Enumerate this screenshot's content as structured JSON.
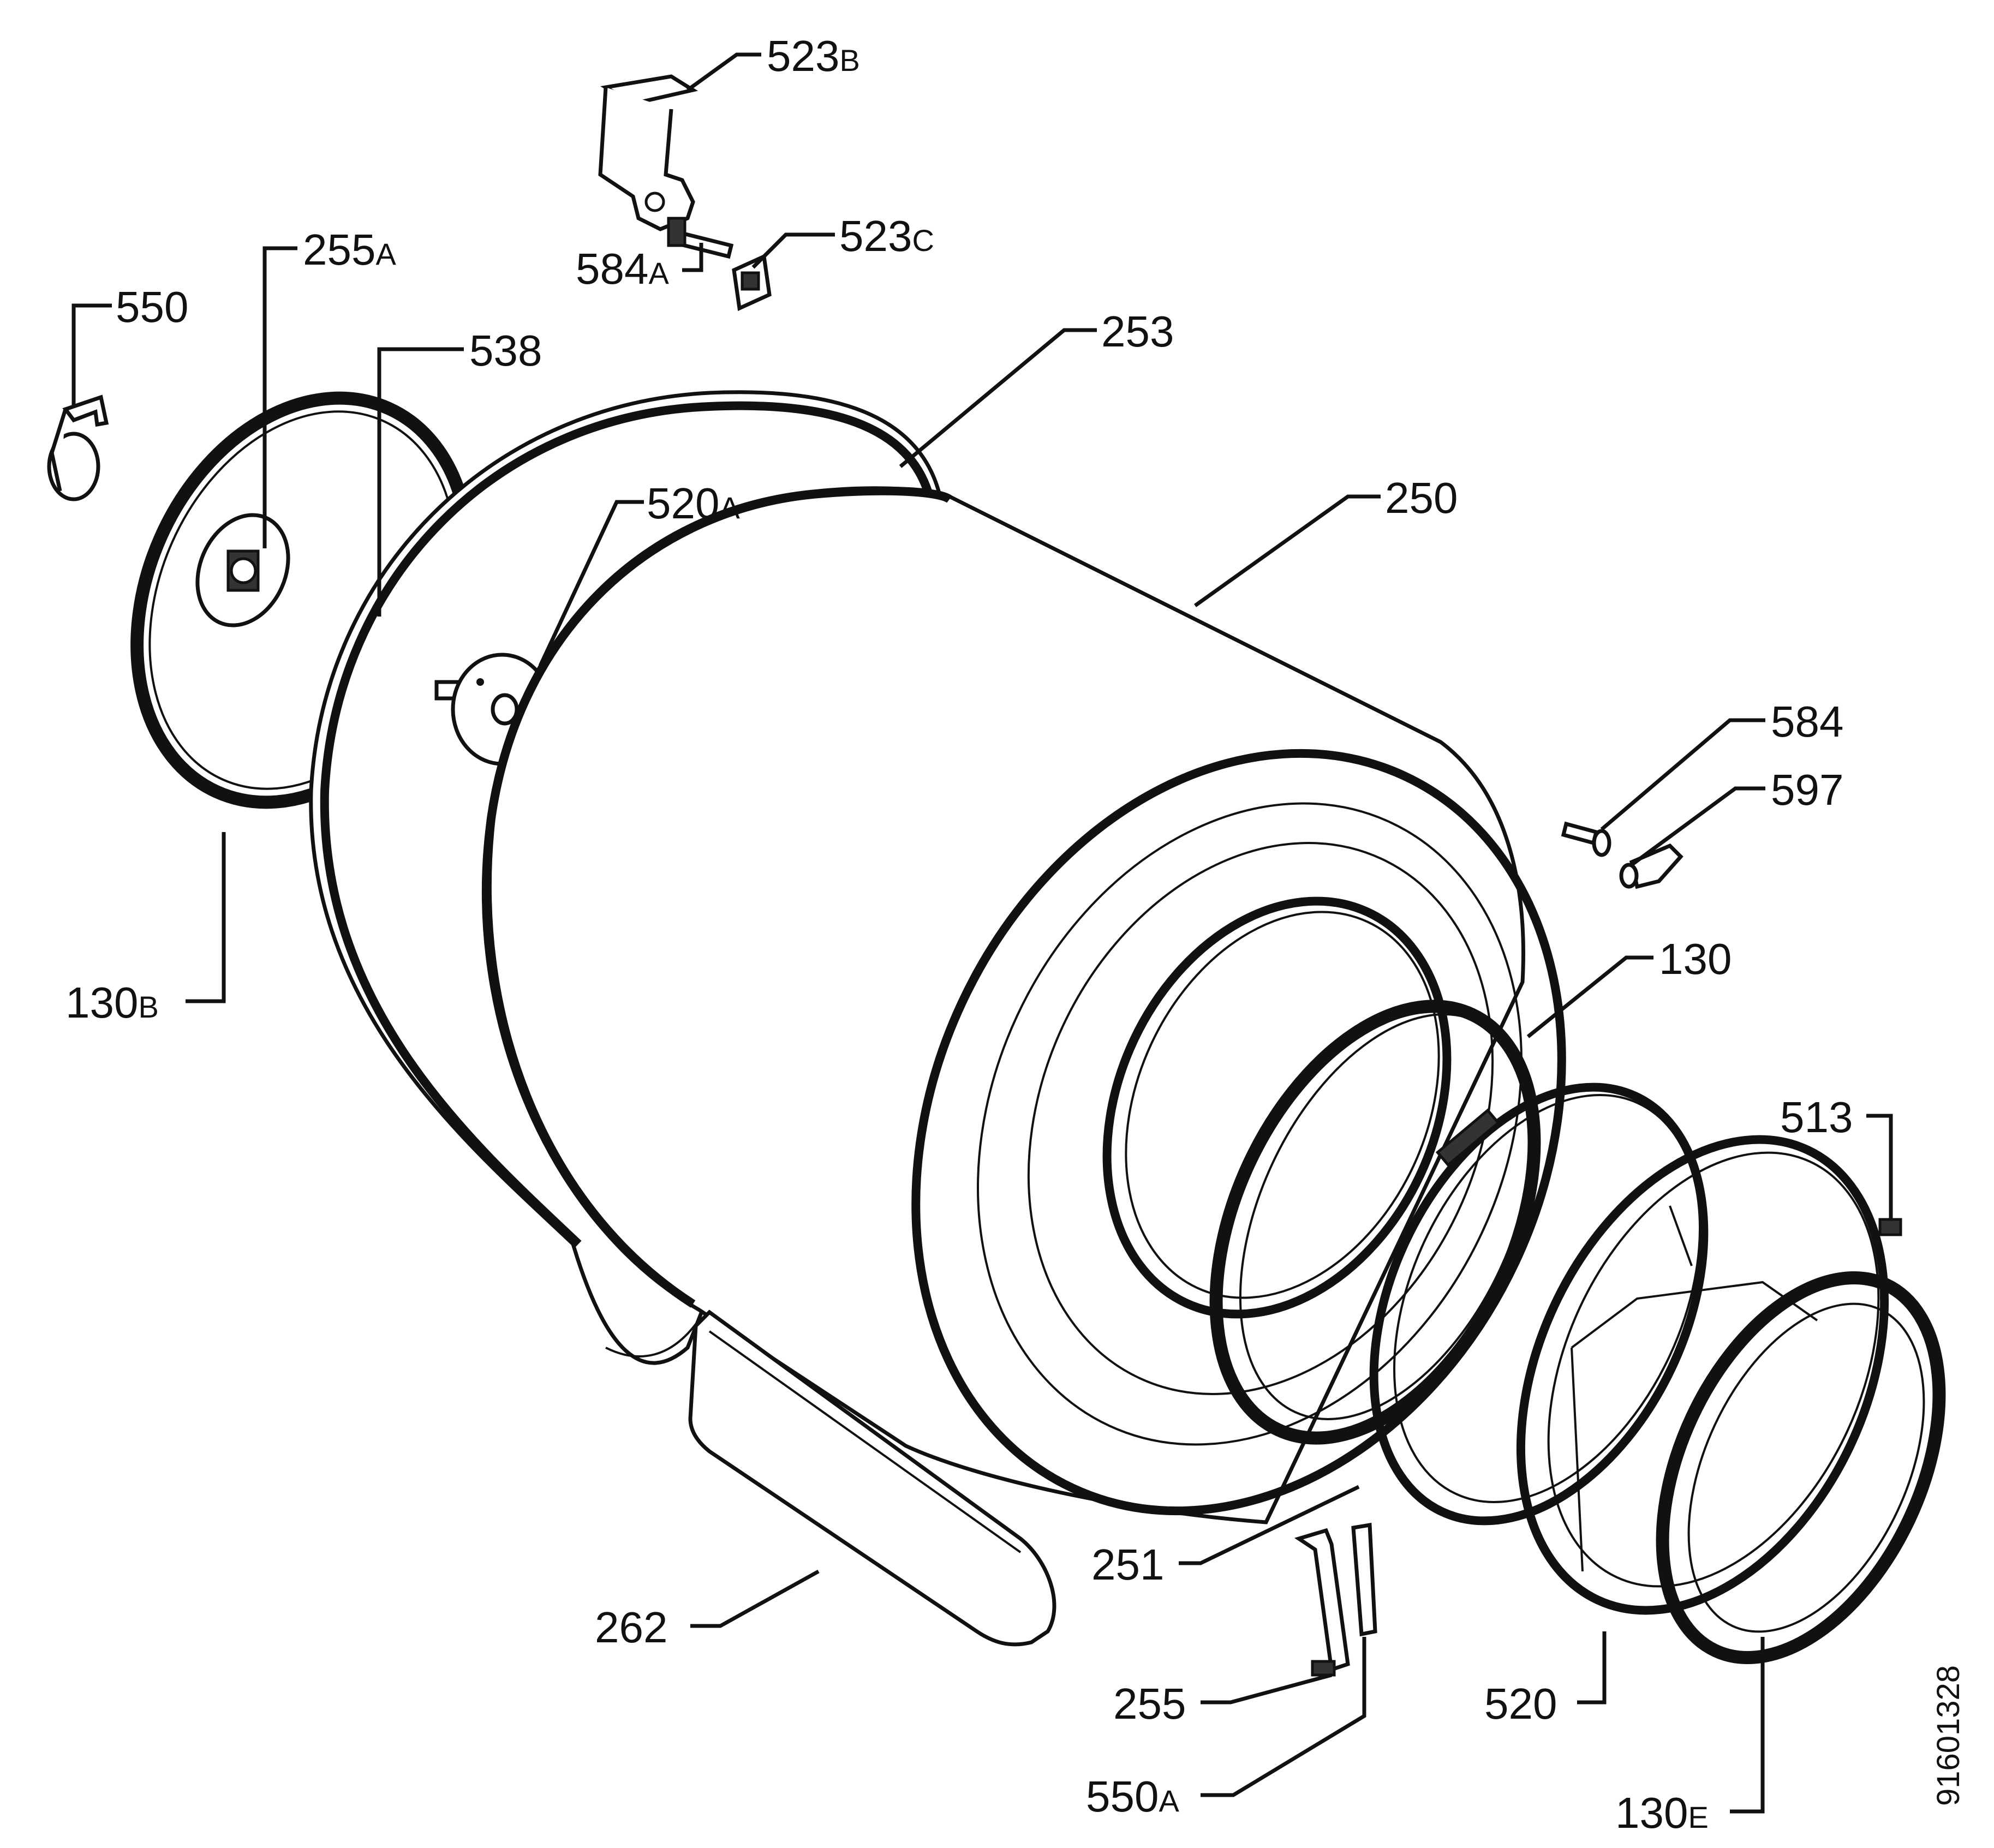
{
  "parts": [
    {
      "id": "p523b",
      "main": "523",
      "suffix": "B"
    },
    {
      "id": "p584a",
      "main": "584",
      "suffix": "A"
    },
    {
      "id": "p523c",
      "main": "523",
      "suffix": "C"
    },
    {
      "id": "p255a",
      "main": "255",
      "suffix": "A"
    },
    {
      "id": "p550",
      "main": "550",
      "suffix": ""
    },
    {
      "id": "p538",
      "main": "538",
      "suffix": ""
    },
    {
      "id": "p253",
      "main": "253",
      "suffix": ""
    },
    {
      "id": "p520a",
      "main": "520",
      "suffix": "A"
    },
    {
      "id": "p250",
      "main": "250",
      "suffix": ""
    },
    {
      "id": "p584",
      "main": "584",
      "suffix": ""
    },
    {
      "id": "p597",
      "main": "597",
      "suffix": ""
    },
    {
      "id": "p130b",
      "main": "130",
      "suffix": "B"
    },
    {
      "id": "p130",
      "main": "130",
      "suffix": ""
    },
    {
      "id": "p513",
      "main": "513",
      "suffix": ""
    },
    {
      "id": "p251",
      "main": "251",
      "suffix": ""
    },
    {
      "id": "p262",
      "main": "262",
      "suffix": ""
    },
    {
      "id": "p255",
      "main": "255",
      "suffix": ""
    },
    {
      "id": "p520",
      "main": "520",
      "suffix": ""
    },
    {
      "id": "p550a",
      "main": "550",
      "suffix": "A"
    },
    {
      "id": "p130e",
      "main": "130",
      "suffix": "E"
    }
  ],
  "document_number": "91601328"
}
